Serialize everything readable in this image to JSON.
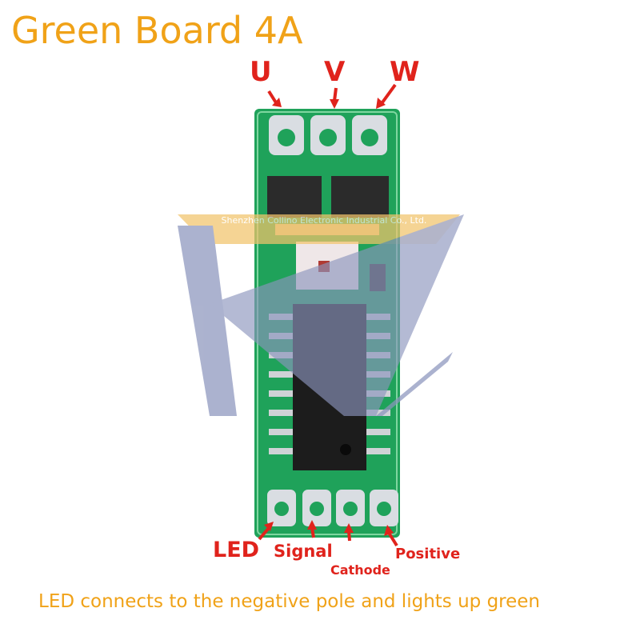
{
  "title": "Green Board 4A",
  "pins_top": {
    "u": "U",
    "v": "V",
    "w": "W"
  },
  "pins_bottom": {
    "led": "LED",
    "signal": "Signal",
    "cathode": "Cathode",
    "positive": "Positive"
  },
  "caption": "LED connects to the negative pole and lights up green",
  "watermark": {
    "company": "Shenzhen Collino Electronic Industrial Co., Ltd.",
    "brand": "Collino"
  },
  "colors": {
    "title": "#f0a218",
    "labels": "#e0231c",
    "pcb": "#1fa25a",
    "watermark": "#8c95bd"
  }
}
